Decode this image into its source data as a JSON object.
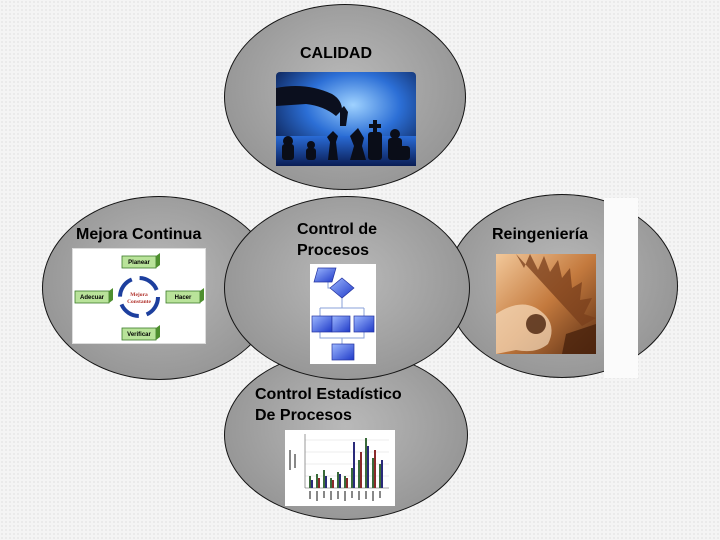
{
  "nodes": {
    "calidad": {
      "title": "CALIDAD"
    },
    "mejora": {
      "title": "Mejora Continua",
      "cycle": {
        "top": "Planear",
        "right": "Hacer",
        "bottom": "Verificar",
        "left": "Adecuar",
        "center_line1": "Mejora",
        "center_line2": "Constante"
      }
    },
    "control_procesos": {
      "title_line1": "Control de",
      "title_line2": "Procesos"
    },
    "reingenieria": {
      "title": "Reingeniería"
    },
    "control_estadistico": {
      "title_line1": "Control Estadístico",
      "title_line2": "De Procesos"
    }
  },
  "colors": {
    "oval_fill": "#a3a3a3",
    "oval_border": "#151515",
    "cycle_box": "#b9e39a",
    "cycle_arrow": "#1d3f9e",
    "flow_shape": "#2a44d6"
  },
  "icons": [
    "chess-pieces-image",
    "gears-image",
    "flowchart-image",
    "statistics-chart-image",
    "cycle-diagram-image"
  ]
}
